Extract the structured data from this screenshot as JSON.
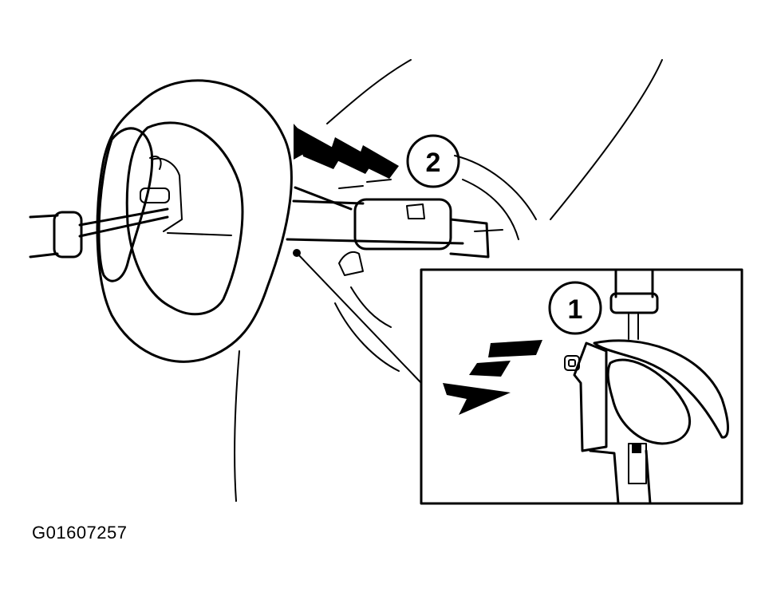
{
  "figure": {
    "id": "G01607257",
    "callouts": [
      {
        "number": "1"
      },
      {
        "number": "2"
      }
    ]
  },
  "colors": {
    "ink": "#000000",
    "background": "#ffffff"
  }
}
